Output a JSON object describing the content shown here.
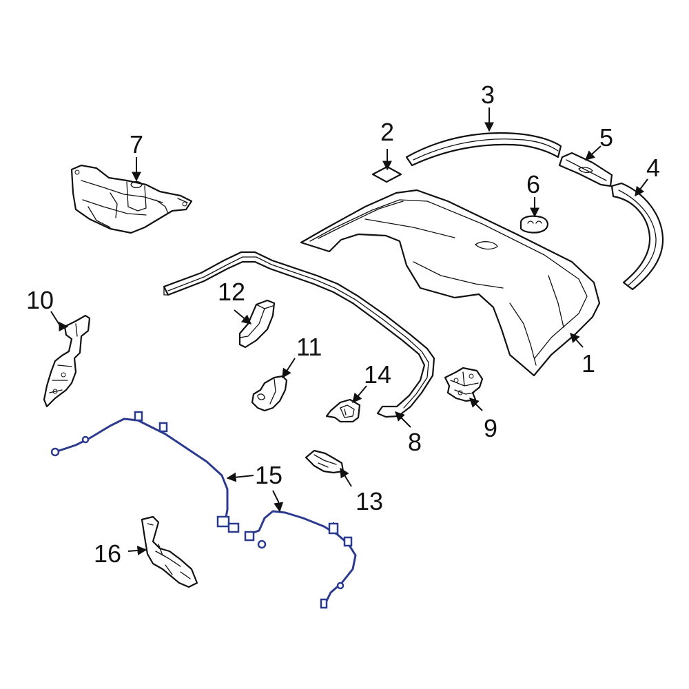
{
  "callouts": {
    "c1": "1",
    "c2": "2",
    "c3": "3",
    "c4": "4",
    "c5": "5",
    "c6": "6",
    "c7": "7",
    "c8": "8",
    "c9": "9",
    "c10": "10",
    "c11": "11",
    "c12": "12",
    "c13": "13",
    "c14": "14",
    "c15": "15",
    "c16": "16"
  },
  "colors": {
    "line": "#111111",
    "harness": "#2b3a8f",
    "background": "#ffffff"
  }
}
